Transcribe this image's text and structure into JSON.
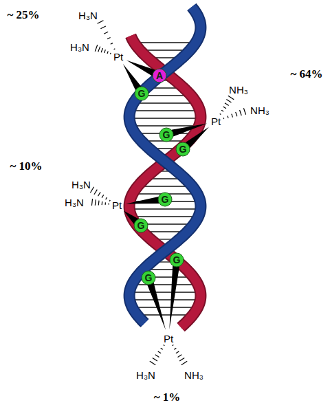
{
  "diagram": {
    "nodes": [
      {
        "text": [
          "A"
        ]
      },
      {
        "text": [
          "G"
        ]
      },
      {
        "text": [
          "G"
        ]
      },
      {
        "text": [
          "G"
        ]
      },
      {
        "text": [
          "G"
        ]
      },
      {
        "text": [
          "G"
        ]
      },
      {
        "text": [
          "G"
        ]
      },
      {
        "text": [
          "G"
        ]
      }
    ],
    "labels": [
      "~ 25%",
      "H₃N",
      "H₃N",
      "Pt",
      "~ 64%",
      "NH₃",
      "NH₃",
      "Pt",
      "~ 10%",
      "H₃N",
      "H₃N",
      "Pt",
      "Pt",
      "H₃N",
      "NH₃",
      "~ 1%"
    ]
  }
}
